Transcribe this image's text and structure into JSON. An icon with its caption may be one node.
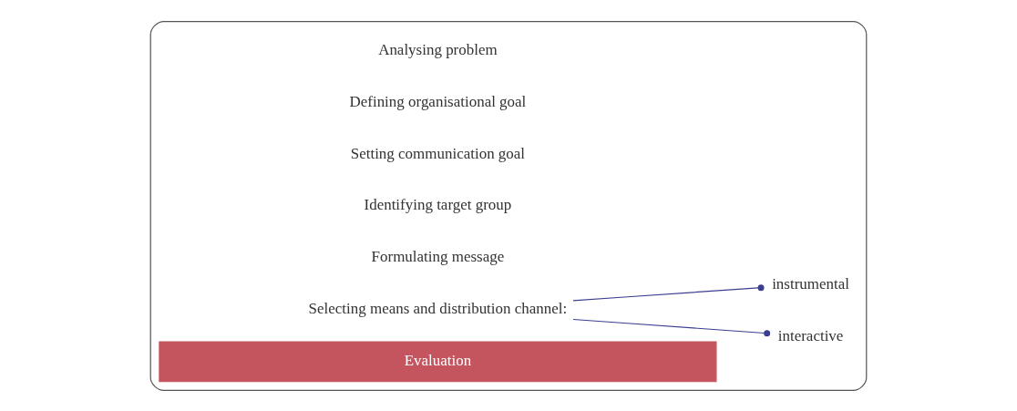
{
  "diagram": {
    "nodes": [
      {
        "text": [],
        "shape": "box"
      },
      {
        "text": [
          "Selecting means and distribution channel:"
        ],
        "in": 0
      },
      {
        "text": [
          "instrumental"
        ],
        "in": 0
      },
      {
        "text": [
          "interactive"
        ],
        "in": 0
      },
      {
        "text": [
          "Evaluation"
        ],
        "in": 0
      }
    ],
    "edges": [
      {
        "from": 1,
        "to": 2,
        "arrow": "other"
      },
      {
        "from": 1,
        "to": 3,
        "arrow": "other"
      }
    ],
    "labels": [
      "Analysing problem",
      "Defining organisational goal",
      "Setting communication goal",
      "Identifying target group",
      "Formulating message"
    ]
  }
}
